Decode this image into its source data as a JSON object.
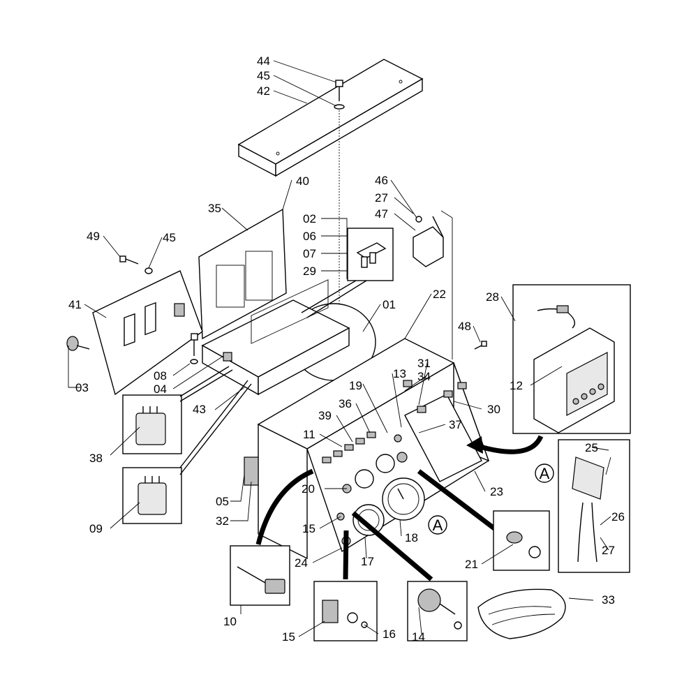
{
  "callouts": [
    {
      "id": "c44",
      "text": "44"
    },
    {
      "id": "c45a",
      "text": "45"
    },
    {
      "id": "c42",
      "text": "42"
    },
    {
      "id": "c40",
      "text": "40"
    },
    {
      "id": "c35",
      "text": "35"
    },
    {
      "id": "c02",
      "text": "02"
    },
    {
      "id": "c06",
      "text": "06"
    },
    {
      "id": "c07",
      "text": "07"
    },
    {
      "id": "c29",
      "text": "29"
    },
    {
      "id": "c46",
      "text": "46"
    },
    {
      "id": "c27a",
      "text": "27"
    },
    {
      "id": "c47",
      "text": "47"
    },
    {
      "id": "c49",
      "text": "49"
    },
    {
      "id": "c45b",
      "text": "45"
    },
    {
      "id": "c41",
      "text": "41"
    },
    {
      "id": "c01",
      "text": "01"
    },
    {
      "id": "c22",
      "text": "22"
    },
    {
      "id": "c28",
      "text": "28"
    },
    {
      "id": "c48",
      "text": "48"
    },
    {
      "id": "c08",
      "text": "08"
    },
    {
      "id": "c04",
      "text": "04"
    },
    {
      "id": "c03",
      "text": "03"
    },
    {
      "id": "c13",
      "text": "13"
    },
    {
      "id": "c31",
      "text": "31"
    },
    {
      "id": "c34",
      "text": "34"
    },
    {
      "id": "c19",
      "text": "19"
    },
    {
      "id": "c12",
      "text": "12"
    },
    {
      "id": "c43",
      "text": "43"
    },
    {
      "id": "c36",
      "text": "36"
    },
    {
      "id": "c30",
      "text": "30"
    },
    {
      "id": "c39",
      "text": "39"
    },
    {
      "id": "c37",
      "text": "37"
    },
    {
      "id": "c11",
      "text": "11"
    },
    {
      "id": "c38",
      "text": "38"
    },
    {
      "id": "c25",
      "text": "25"
    },
    {
      "id": "c20",
      "text": "20"
    },
    {
      "id": "c23",
      "text": "23"
    },
    {
      "id": "c05",
      "text": "05"
    },
    {
      "id": "c32",
      "text": "32"
    },
    {
      "id": "c26",
      "text": "26"
    },
    {
      "id": "c15a",
      "text": "15"
    },
    {
      "id": "c09",
      "text": "09"
    },
    {
      "id": "c18",
      "text": "18"
    },
    {
      "id": "c27b",
      "text": "27"
    },
    {
      "id": "c21",
      "text": "21"
    },
    {
      "id": "c17",
      "text": "17"
    },
    {
      "id": "c24",
      "text": "24"
    },
    {
      "id": "c33",
      "text": "33"
    },
    {
      "id": "c10",
      "text": "10"
    },
    {
      "id": "c15b",
      "text": "15"
    },
    {
      "id": "c16",
      "text": "16"
    },
    {
      "id": "c14",
      "text": "14"
    }
  ],
  "detail_markers": [
    {
      "id": "mA1",
      "text": "A"
    },
    {
      "id": "mA2",
      "text": "A"
    }
  ]
}
